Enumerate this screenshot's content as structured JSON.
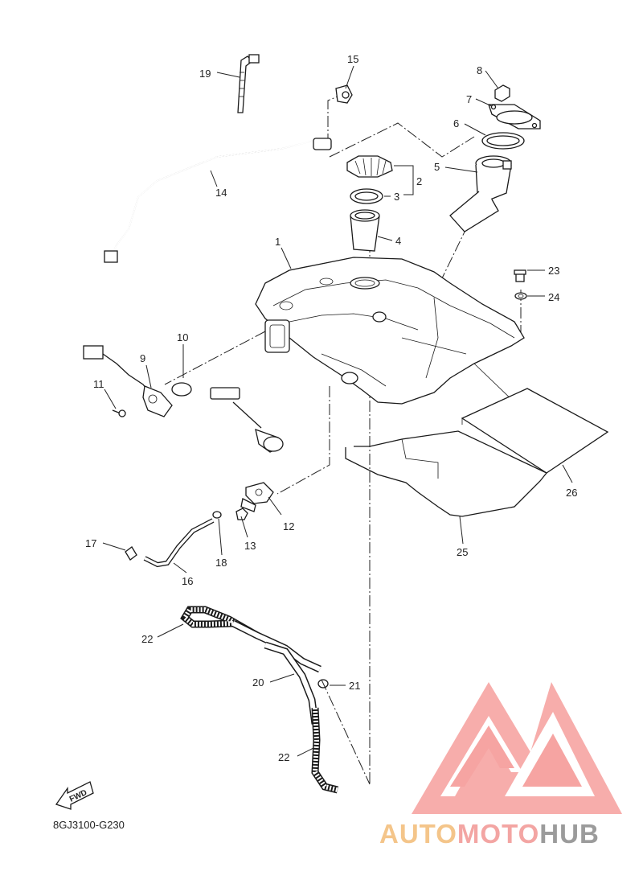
{
  "diagram_code": "8GJ3100-G230",
  "fwd_label": "FWD",
  "watermark": {
    "part1": "AUTO",
    "part2": "MOTO",
    "part3": "HUB",
    "color_auto": "#f4c58a",
    "color_moto": "#f3a5a3",
    "color_hub": "#9b9b9b",
    "triangle_color": "#f6a4a2"
  },
  "callouts": [
    "19",
    "15",
    "8",
    "7",
    "6",
    "5",
    "2",
    "3",
    "4",
    "14",
    "1",
    "23",
    "24",
    "10",
    "9",
    "11",
    "12",
    "13",
    "17",
    "18",
    "16",
    "25",
    "26",
    "22",
    "20",
    "21"
  ]
}
